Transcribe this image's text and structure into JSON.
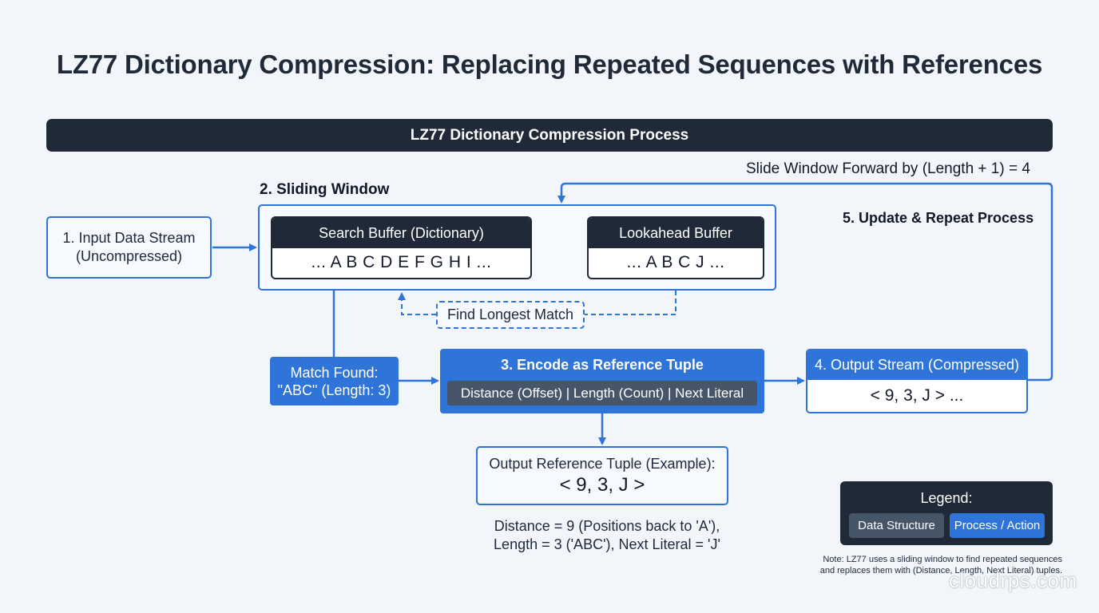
{
  "title": "LZ77 Dictionary Compression: Replacing Repeated Sequences with References",
  "banner": "LZ77 Dictionary Compression Process",
  "input": {
    "line1": "1. Input Data Stream",
    "line2": "(Uncompressed)"
  },
  "sliding_window": {
    "label": "2. Sliding Window",
    "search_buffer": {
      "title": "Search Buffer (Dictionary)",
      "content": "... A B C D E F G H I ..."
    },
    "lookahead_buffer": {
      "title": "Lookahead Buffer",
      "content": "... A B C J ..."
    }
  },
  "find_match": "Find Longest Match",
  "match_found": {
    "line1": "Match Found:",
    "line2": "\"ABC\" (Length: 3)"
  },
  "encode": {
    "title": "3. Encode as Reference Tuple",
    "fields": "Distance (Offset) | Length (Count) | Next Literal"
  },
  "output_stream": {
    "title": "4. Output Stream (Compressed)",
    "content": "< 9, 3, J > ..."
  },
  "slide_label": "Slide Window Forward by (Length + 1) = 4",
  "update_label": "5. Update & Repeat Process",
  "tuple_example": {
    "label": "Output Reference Tuple (Example):",
    "value": "< 9, 3, J >"
  },
  "explanation": {
    "line1": "Distance = 9 (Positions back to 'A'),",
    "line2": "Length = 3 ('ABC'), Next Literal = 'J'"
  },
  "legend": {
    "title": "Legend:",
    "data_structure": "Data Structure",
    "process_action": "Process / Action"
  },
  "note": {
    "line1": "Note: LZ77 uses a sliding window to find repeated sequences",
    "line2": "and replaces them with (Distance, Length, Next Literal) tuples."
  },
  "watermark": "cloudrps.com",
  "colors": {
    "accent_blue": "#2f74d8",
    "dark_navy": "#1f2937",
    "slate": "#475569",
    "background": "#f2f5f9"
  }
}
